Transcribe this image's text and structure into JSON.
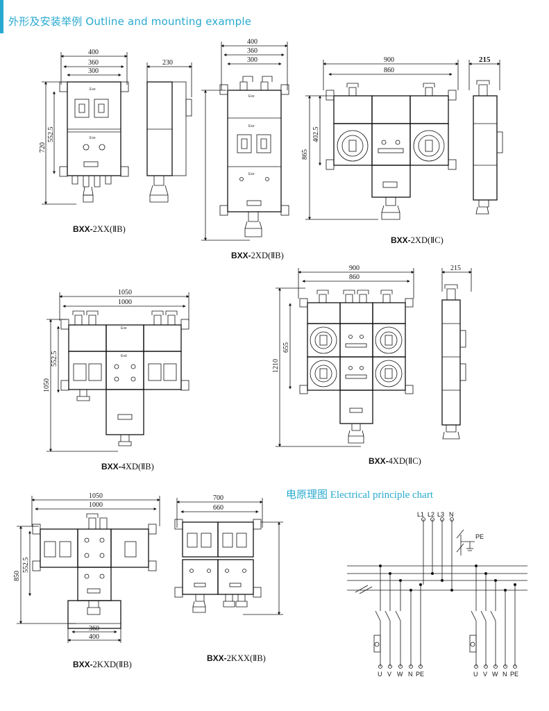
{
  "header": {
    "title": "外形及安装举例 Outline and mounting example",
    "accent_color": "#27a9cf"
  },
  "diagrams": {
    "d1": {
      "caption_model": "BXX-",
      "caption_spec": "2XX(ⅡB)",
      "dims": [
        "400",
        "360",
        "300",
        "720",
        "552.5",
        "230"
      ]
    },
    "d2": {
      "caption_model": "BXX-",
      "caption_spec": "2XD(ⅡB)",
      "dims": [
        "400",
        "360",
        "300"
      ]
    },
    "d3": {
      "caption_model": "BXX-",
      "caption_spec": "2XD(ⅡC)",
      "dims": [
        "900",
        "860",
        "215",
        "865",
        "402.5"
      ]
    },
    "d4": {
      "caption_model": "BXX-",
      "caption_spec": "4XD(ⅡB)",
      "dims": [
        "1050",
        "1000",
        "1050",
        "552.5"
      ]
    },
    "d5": {
      "caption_model": "BXX-",
      "caption_spec": "4XD(ⅡC)",
      "dims": [
        "900",
        "860",
        "215",
        "1210",
        "655"
      ]
    },
    "d6": {
      "caption_model": "BXX-",
      "caption_spec": "2KXD(ⅡB)",
      "dims": [
        "1050",
        "1000",
        "850",
        "552.5",
        "360",
        "400"
      ]
    },
    "d7": {
      "caption_model": "BXX-",
      "caption_spec": "2KXX(ⅡB)",
      "dims": [
        "700",
        "660"
      ]
    }
  },
  "enclosure_labels": {
    "exe": "Exe",
    "exd": "Exd"
  },
  "electrical": {
    "title": "电原理图 Electrical principle chart",
    "top_labels": [
      "L1",
      "L2",
      "L3",
      "N"
    ],
    "pe_label": "PE",
    "bottom_labels": [
      "U",
      "V",
      "W",
      "N",
      "PE"
    ]
  }
}
